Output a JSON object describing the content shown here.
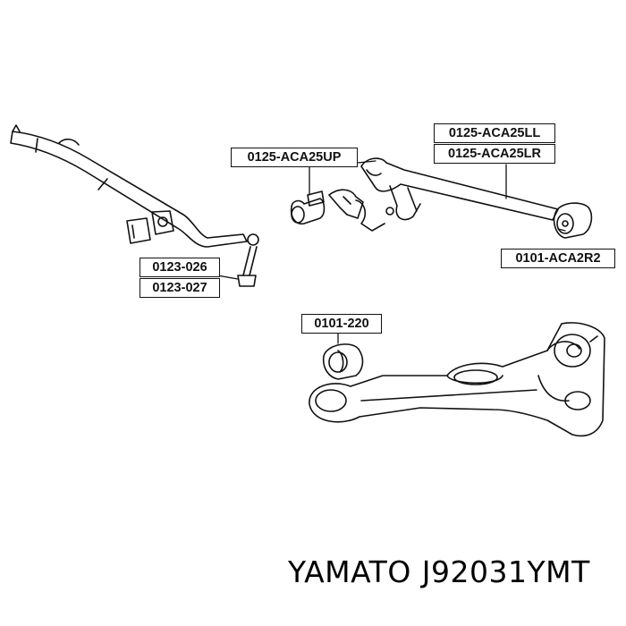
{
  "parts": {
    "p1": "0125-ACA25LL",
    "p2": "0125-ACA25LR",
    "p3": "0125-ACA25UP",
    "p4": "0101-ACA2R2",
    "p5": "0123-026",
    "p6": "0123-027",
    "p7": "0101-220"
  },
  "caption": {
    "brand": "YAMATO",
    "part_number": "J92031YMT"
  },
  "colors": {
    "line": "#111111",
    "background": "#ffffff"
  }
}
